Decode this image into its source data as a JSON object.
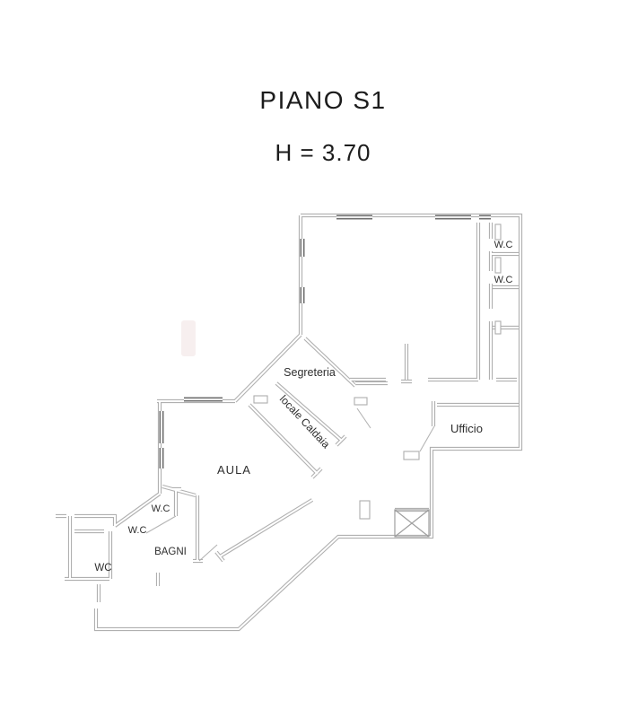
{
  "page": {
    "background": "#ffffff"
  },
  "title": {
    "floor": "PIANO S1",
    "height_note": "H = 3.70"
  },
  "plan": {
    "colors": {
      "wall": "#b0b0b0",
      "window": "#6f6f6f",
      "text": "#2e2e2e",
      "watermark": "#f6eded"
    },
    "labels": [
      {
        "id": "wc-top-1",
        "text": "W.C"
      },
      {
        "id": "wc-top-2",
        "text": "W.C"
      },
      {
        "id": "ufficio",
        "text": "Ufficio"
      },
      {
        "id": "segreteria",
        "text": "Segreteria"
      },
      {
        "id": "locale-caldaia",
        "text": "locale Caldaia"
      },
      {
        "id": "aula",
        "text": "AULA"
      },
      {
        "id": "wc-aula-1",
        "text": "W.C"
      },
      {
        "id": "wc-aula-2",
        "text": "W.C"
      },
      {
        "id": "bagni",
        "text": "BAGNI"
      },
      {
        "id": "wc-small",
        "text": "WC"
      }
    ]
  }
}
